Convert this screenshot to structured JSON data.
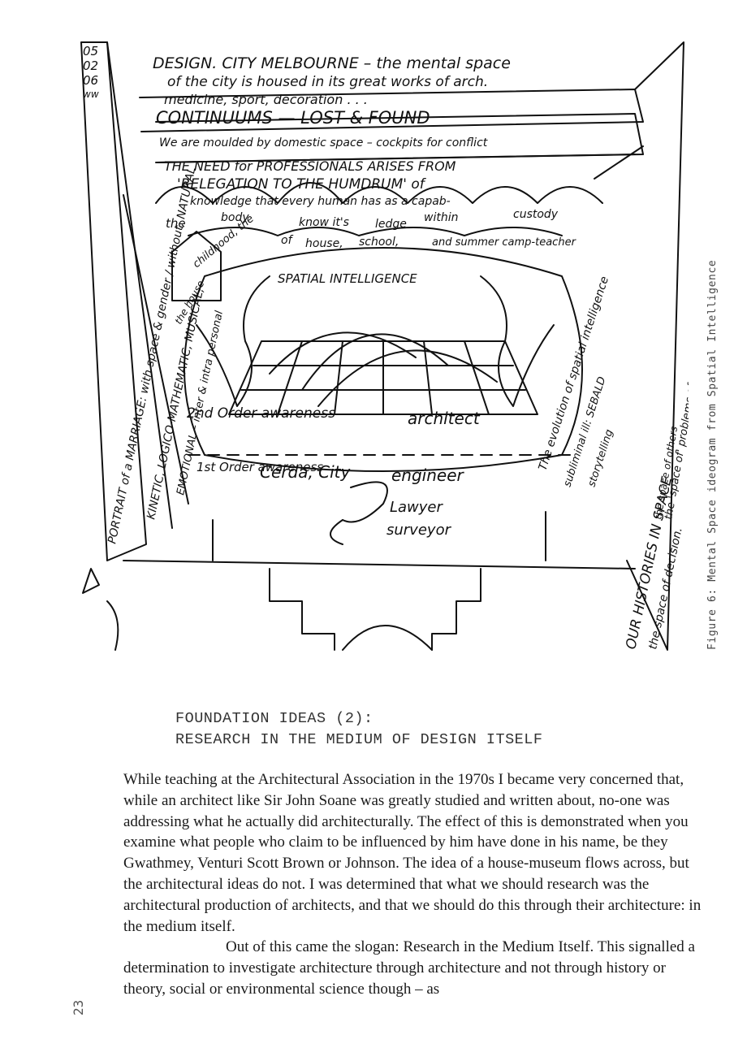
{
  "figure": {
    "sketch_text": {
      "date": [
        "05",
        "02",
        "06",
        "ww"
      ],
      "line1": "DESIGN. CITY MELBOURNE – the mental space",
      "line2": "of the city is housed in its great works of arch.",
      "line3": "medicine, sport, decoration . . .",
      "banner": "CONTINUUMS — LOST & FOUND",
      "line5": "We are moulded by domestic space – cockpits for conflict",
      "line6": "THE NEED for PROFESSIONALS ARISES FROM",
      "line7": "'RELEGATION TO THE HUMDRUM' of",
      "line8": "knowledge that every human has as a capab-",
      "arch_words": [
        "the",
        "body",
        "know it's",
        "ledge",
        "within",
        "custody"
      ],
      "lower_words": [
        "of",
        "childhood, the",
        "house,",
        "school,",
        "and summer camp-teacher"
      ],
      "house_label": "the house",
      "spatial": "SPATIAL INTELLIGENCE",
      "left_vertical_1": "PORTRAIT of a MARRIAGE: with space & gender / without, NATURAL",
      "left_vertical_2": "KINETIC, LOGICO-MATHEMATIC, MUSICAL,",
      "left_vertical_3": "EMOTIONAL – inter & intra personal",
      "right_vertical_1": "The evolution of spatial intelligence",
      "right_vertical_2": "subliminal ill: SEBALD",
      "right_vertical_3": "storytelling",
      "right_vertical_4": "the 'space of' problems of",
      "second_order": "2nd Order awareness",
      "first_order": "1st Order awareness",
      "architect": "architect",
      "cerda": "Cerda, City",
      "engineer": "engineer",
      "lawyer": "Lawyer",
      "surveyor": "surveyor",
      "our_histories": "OUR HISTORIES IN SPACE",
      "space_of_decision": "the space of decision.",
      "space_of_others": "the space of others"
    }
  },
  "caption": "Figure 6: Mental Space ideogram from Spatial Intelligence",
  "heading": {
    "line1": "FOUNDATION IDEAS (2):",
    "line2": "RESEARCH IN THE MEDIUM OF DESIGN ITSELF"
  },
  "paragraphs": [
    "While teaching at the Architectural Association in the 1970s I became very concerned that, while an architect like Sir John Soane was greatly studied and written about, no-one was addressing what he actually did architecturally. The effect of this is demonstrated when you examine what people who claim to be influenced by him have done in his name, be they Gwathmey, Venturi Scott Brown or Johnson. The idea of a house-museum flows across, but the architectural ideas do not. I was determined that what we should research was the architectural production of architects, and that we should do this through their architecture: in the medium itself.",
    "Out of this came the slogan: Research in the Medium Itself. This signalled a determination to investigate architecture through architecture and not through history or theory, social or environmental science though – as"
  ],
  "page_number": "23"
}
